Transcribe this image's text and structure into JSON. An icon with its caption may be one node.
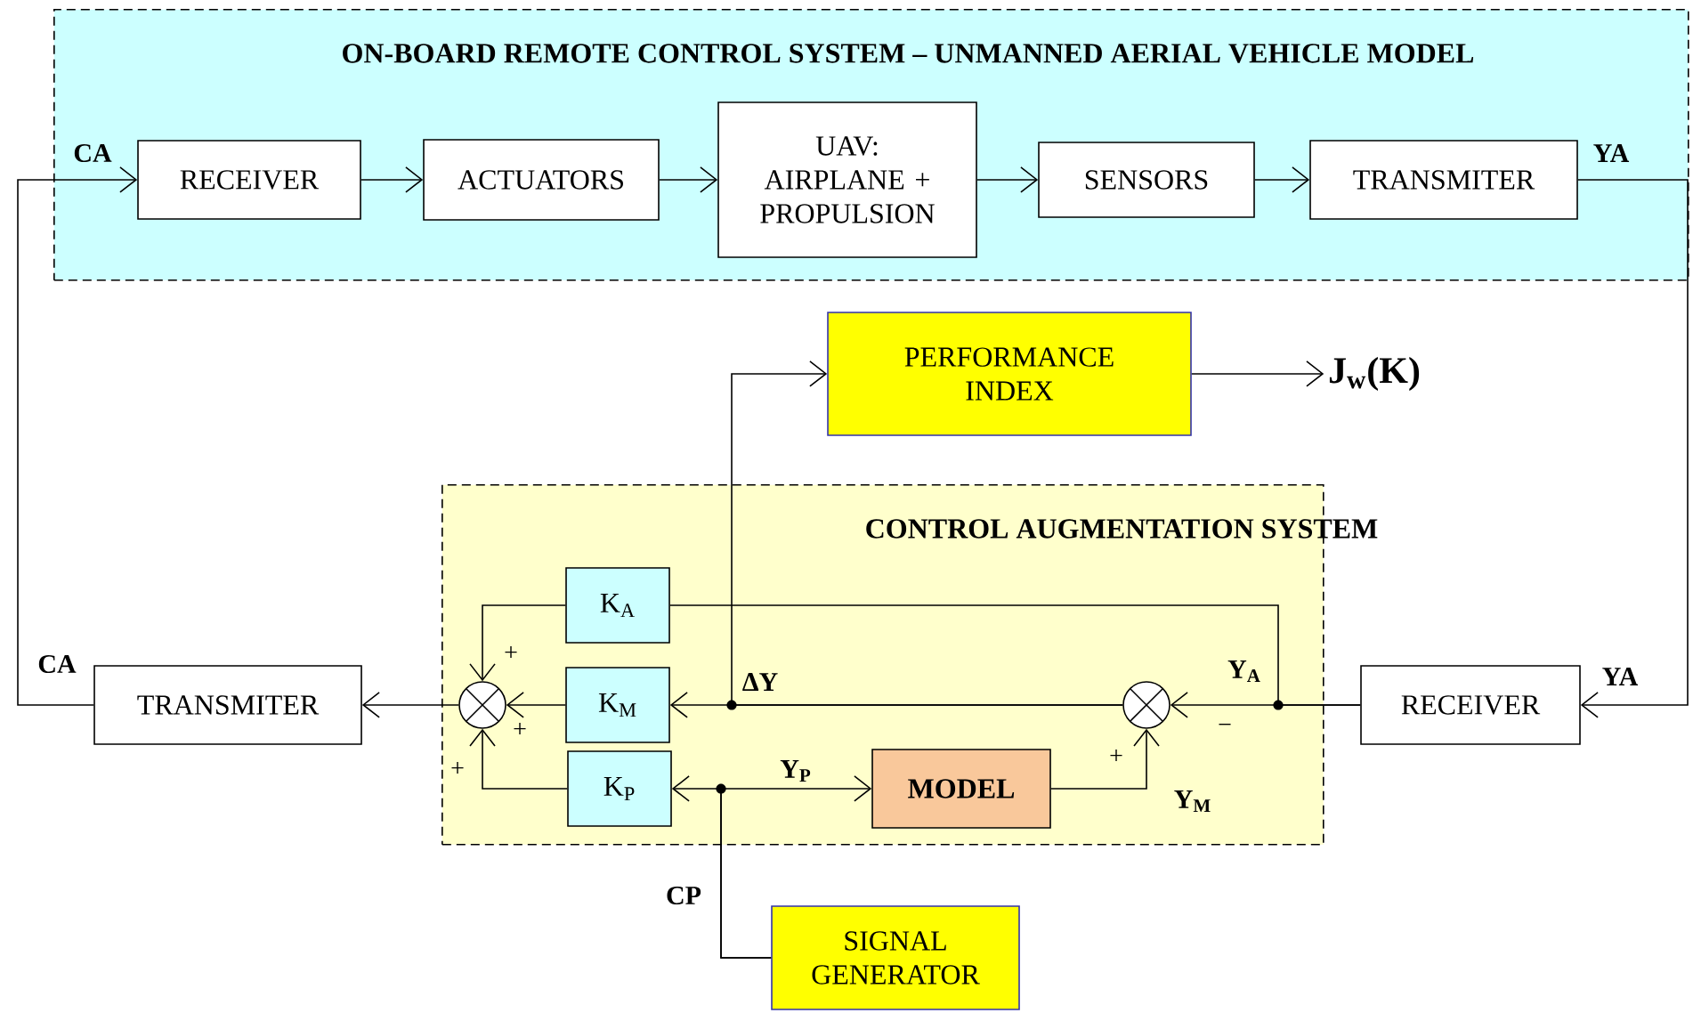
{
  "diagram": {
    "nodes": [
      {
        "text": [
          "ON-BOARD REMOTE CONTROL SYSTEM  – UNMANNED AERIAL VEHICLE MODEL"
        ]
      },
      {
        "text": [
          "RECEIVER"
        ],
        "in": 0
      },
      {
        "text": [
          "ACTUATORS"
        ],
        "in": 0
      },
      {
        "text": [
          "UAV: AIRPLANE + PROPULSION"
        ],
        "in": 0
      },
      {
        "text": [
          "SENSORS"
        ],
        "in": 0
      },
      {
        "text": [
          "TRANSMITER"
        ],
        "in": 0
      },
      {
        "text": [
          "PERFORMANCE INDEX"
        ]
      },
      {
        "text": [
          "J$_{w}$(K)"
        ]
      },
      {
        "text": [
          "CONTROL AUGMENTATION SYSTEM"
        ]
      },
      {
        "text": [
          "TRANSMITER"
        ]
      },
      {
        "text": [],
        "shape": "circle",
        "in": 8
      },
      {
        "text": [
          "K$_{A}$"
        ],
        "in": 8
      },
      {
        "text": [
          "K$_{M}$"
        ],
        "in": 8
      },
      {
        "text": [
          "K$_{P}$"
        ],
        "in": 8
      },
      {
        "text": [
          "MODEL"
        ],
        "in": 8
      },
      {
        "text": [],
        "shape": "circle",
        "in": 8
      },
      {
        "text": [
          "RECEIVER"
        ]
      },
      {
        "text": [
          "SIGNAL GENERATOR"
        ]
      }
    ],
    "edges": [
      {
        "from": 1,
        "to": 2,
        "arrow": "to"
      },
      {
        "from": 2,
        "to": 3,
        "arrow": "to"
      },
      {
        "from": 3,
        "to": 4,
        "arrow": "to"
      },
      {
        "from": 4,
        "to": 5,
        "arrow": "to"
      },
      {
        "from": 5,
        "to": 16,
        "arrow": "to"
      },
      {
        "from": 9,
        "to": 1,
        "arrow": "to"
      },
      {
        "from": 15,
        "to": 6,
        "arrow": "to"
      },
      {
        "from": 6,
        "to": 7,
        "arrow": "to"
      },
      {
        "from": 11,
        "to": 10,
        "arrow": "to"
      },
      {
        "from": 12,
        "to": 10,
        "arrow": "to"
      },
      {
        "from": 13,
        "to": 10,
        "arrow": "to"
      },
      {
        "from": 10,
        "to": 9,
        "arrow": "to"
      },
      {
        "from": 16,
        "to": 15,
        "arrow": "to"
      },
      {
        "from": 16,
        "to": 11,
        "arrow": "none"
      },
      {
        "from": 15,
        "to": 12,
        "arrow": "to"
      },
      {
        "from": 14,
        "to": 15,
        "arrow": "to"
      },
      {
        "from": 17,
        "to": 13,
        "arrow": "to"
      },
      {
        "from": 17,
        "to": 14,
        "arrow": "to"
      }
    ],
    "labels": [
      "CA",
      "YA",
      "CA",
      "+",
      "Y$_{A}$",
      "YA",
      "ΔY",
      "+",
      "−",
      "+",
      "Y$_{P}$",
      "+",
      "Y$_{M}$",
      "CP"
    ]
  }
}
